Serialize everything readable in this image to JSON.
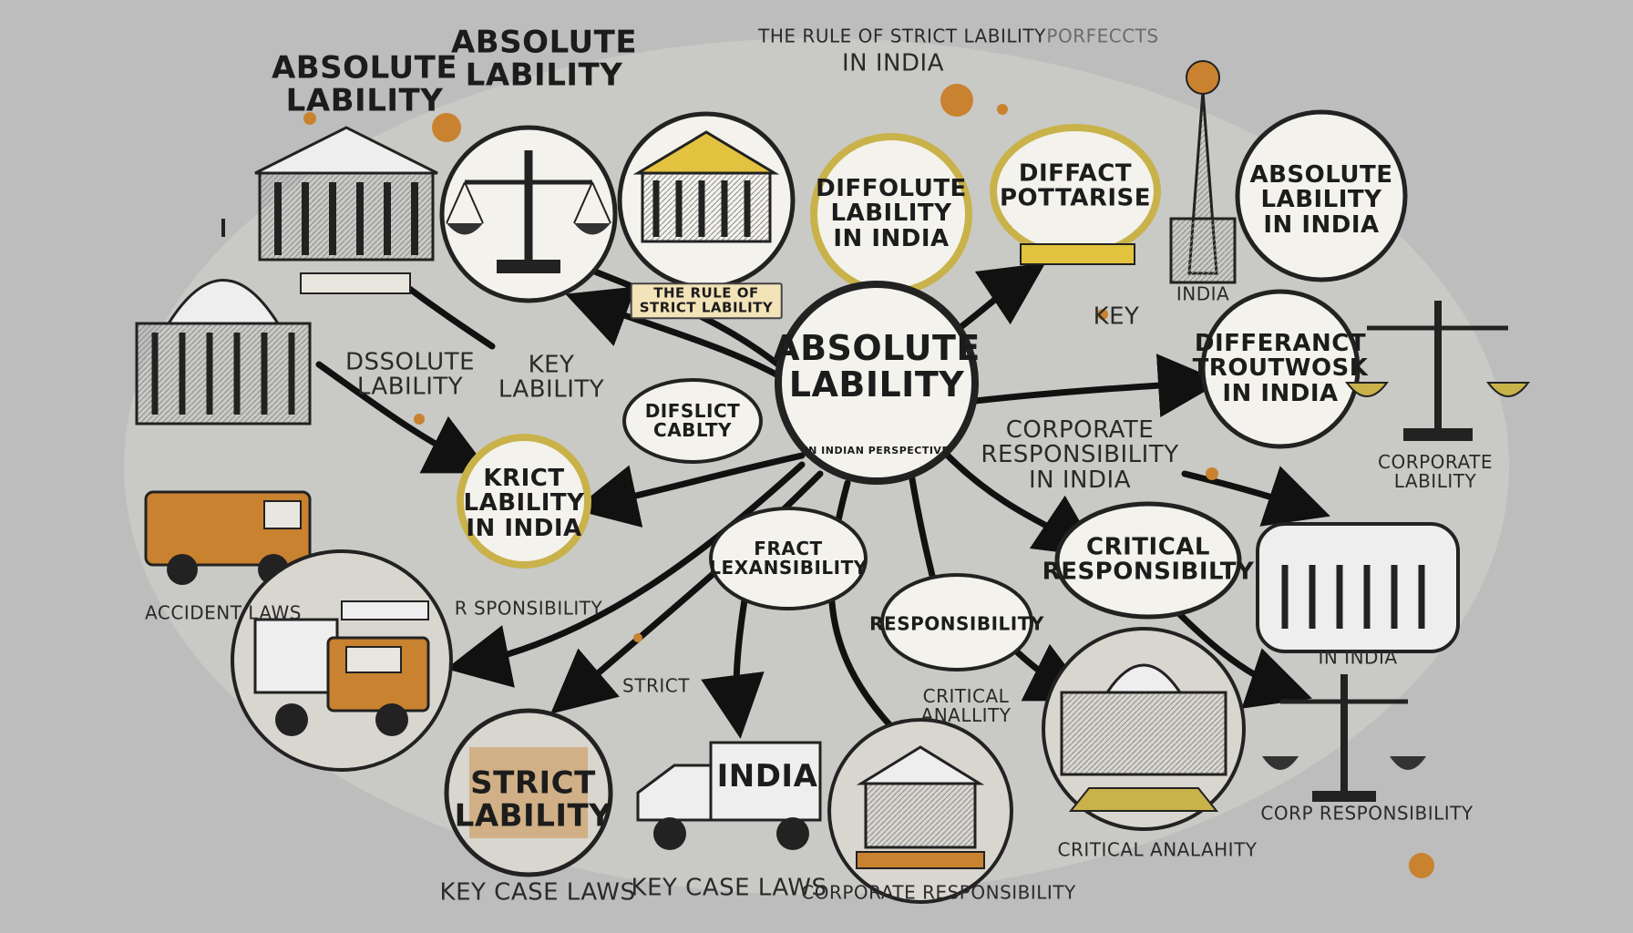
{
  "palette": {
    "background": "#bdbdbd",
    "ink": "#1c1c1c",
    "bubble_fill": "#f4f2ec",
    "bubble_ring": "#c9b24a",
    "accent_orange": "#c9822f",
    "accent_yellow": "#e3c23f"
  },
  "center": {
    "title": "ABSOLUTE\nLABILITY",
    "subtitle": "IN INDIAN PERSPECTIVE"
  },
  "bubbles": {
    "top_difflute": "DIFFOLUTE\nLABILITY\nIN INDIA",
    "top_diffract": "DIFFACT\nPOTTARISE",
    "top_right_absolute": "ABSOLUTE\nLABILITY\nIN INDIA",
    "right_differance": "DIFFERANCT\nTROUTWOSK\nIN INDIA",
    "left_krict": "KRICT\nLABILITY\nIN INDIA",
    "diffslict": "DIFSLICT\nCABLTY",
    "fract": "FRACT\nLEXANSIBILITY",
    "critical_resp": "CRITICAL\nRESPONSIBILTY",
    "responsibility": "RESPONSIBILITY",
    "strict_bottom": "STRICT\nLABILITY"
  },
  "labels": {
    "header_left_1": "ABSOLUTE\nLABILITY",
    "header_left_2": "ABSOLUTE\nLABILITY",
    "header_top": "THE RULE OF STRICT LABILITY",
    "header_top_sub": "IN INDIA",
    "header_top_faint": "PORFECCTS",
    "rule_of_strict": "THE RULE OF\nSTRICT LABILITY",
    "dissolute": "DSSOLUTE\nLABILITY",
    "key_lability": "KEY\nLABILITY",
    "key": "KEY",
    "india_tower": "INDIA",
    "corporate_resp": "CORPORATE\nRESPONSIBILITY\nIN INDIA",
    "corporate_lability": "CORPORATE\nLABILITY",
    "responsibility_left": "R SPONSIBILITY",
    "accident_laws": "ACCIDENT LAWS",
    "critical_anallity": "CRITICAL\nANALLITY",
    "in_india_small": "IN INDIA",
    "corp_responsibility_right": "CORP RESPONSIBILITY",
    "india_truck": "INDIA",
    "strict_small": "STRICT",
    "footer_key_1": "KEY CASE LAWS",
    "footer_key_2": "KEY CASE LAWS",
    "footer_corporate": "CORPORATE RESPONSIBILITY",
    "footer_critical": "CRITICAL ANALAHITY"
  }
}
